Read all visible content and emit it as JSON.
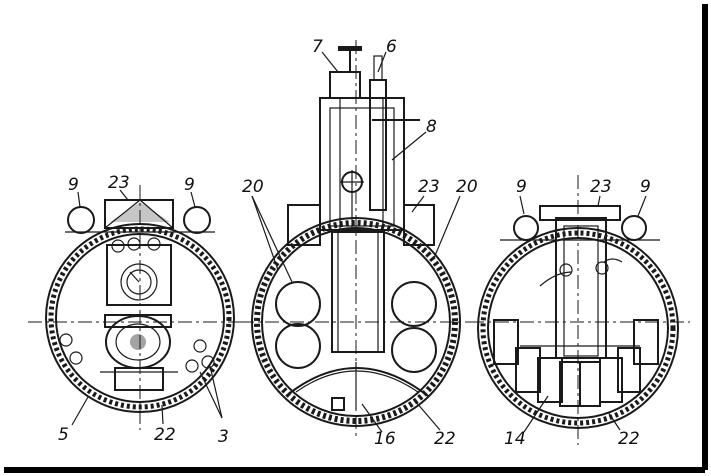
{
  "labels": {
    "l9a": "9",
    "l23a": "23",
    "l9b": "9",
    "l5": "5",
    "l22a": "22",
    "l3": "3",
    "l7": "7",
    "l6": "6",
    "l8": "8",
    "l20a": "20",
    "l23b": "23",
    "l20b": "20",
    "l16": "16",
    "l22b": "22",
    "l9c": "9",
    "l23c": "23",
    "l9d": "9",
    "l14": "14",
    "l22c": "22"
  },
  "colors": {
    "ink": "#1a1a1a",
    "paper": "#ffffff",
    "frame": "#000000"
  }
}
